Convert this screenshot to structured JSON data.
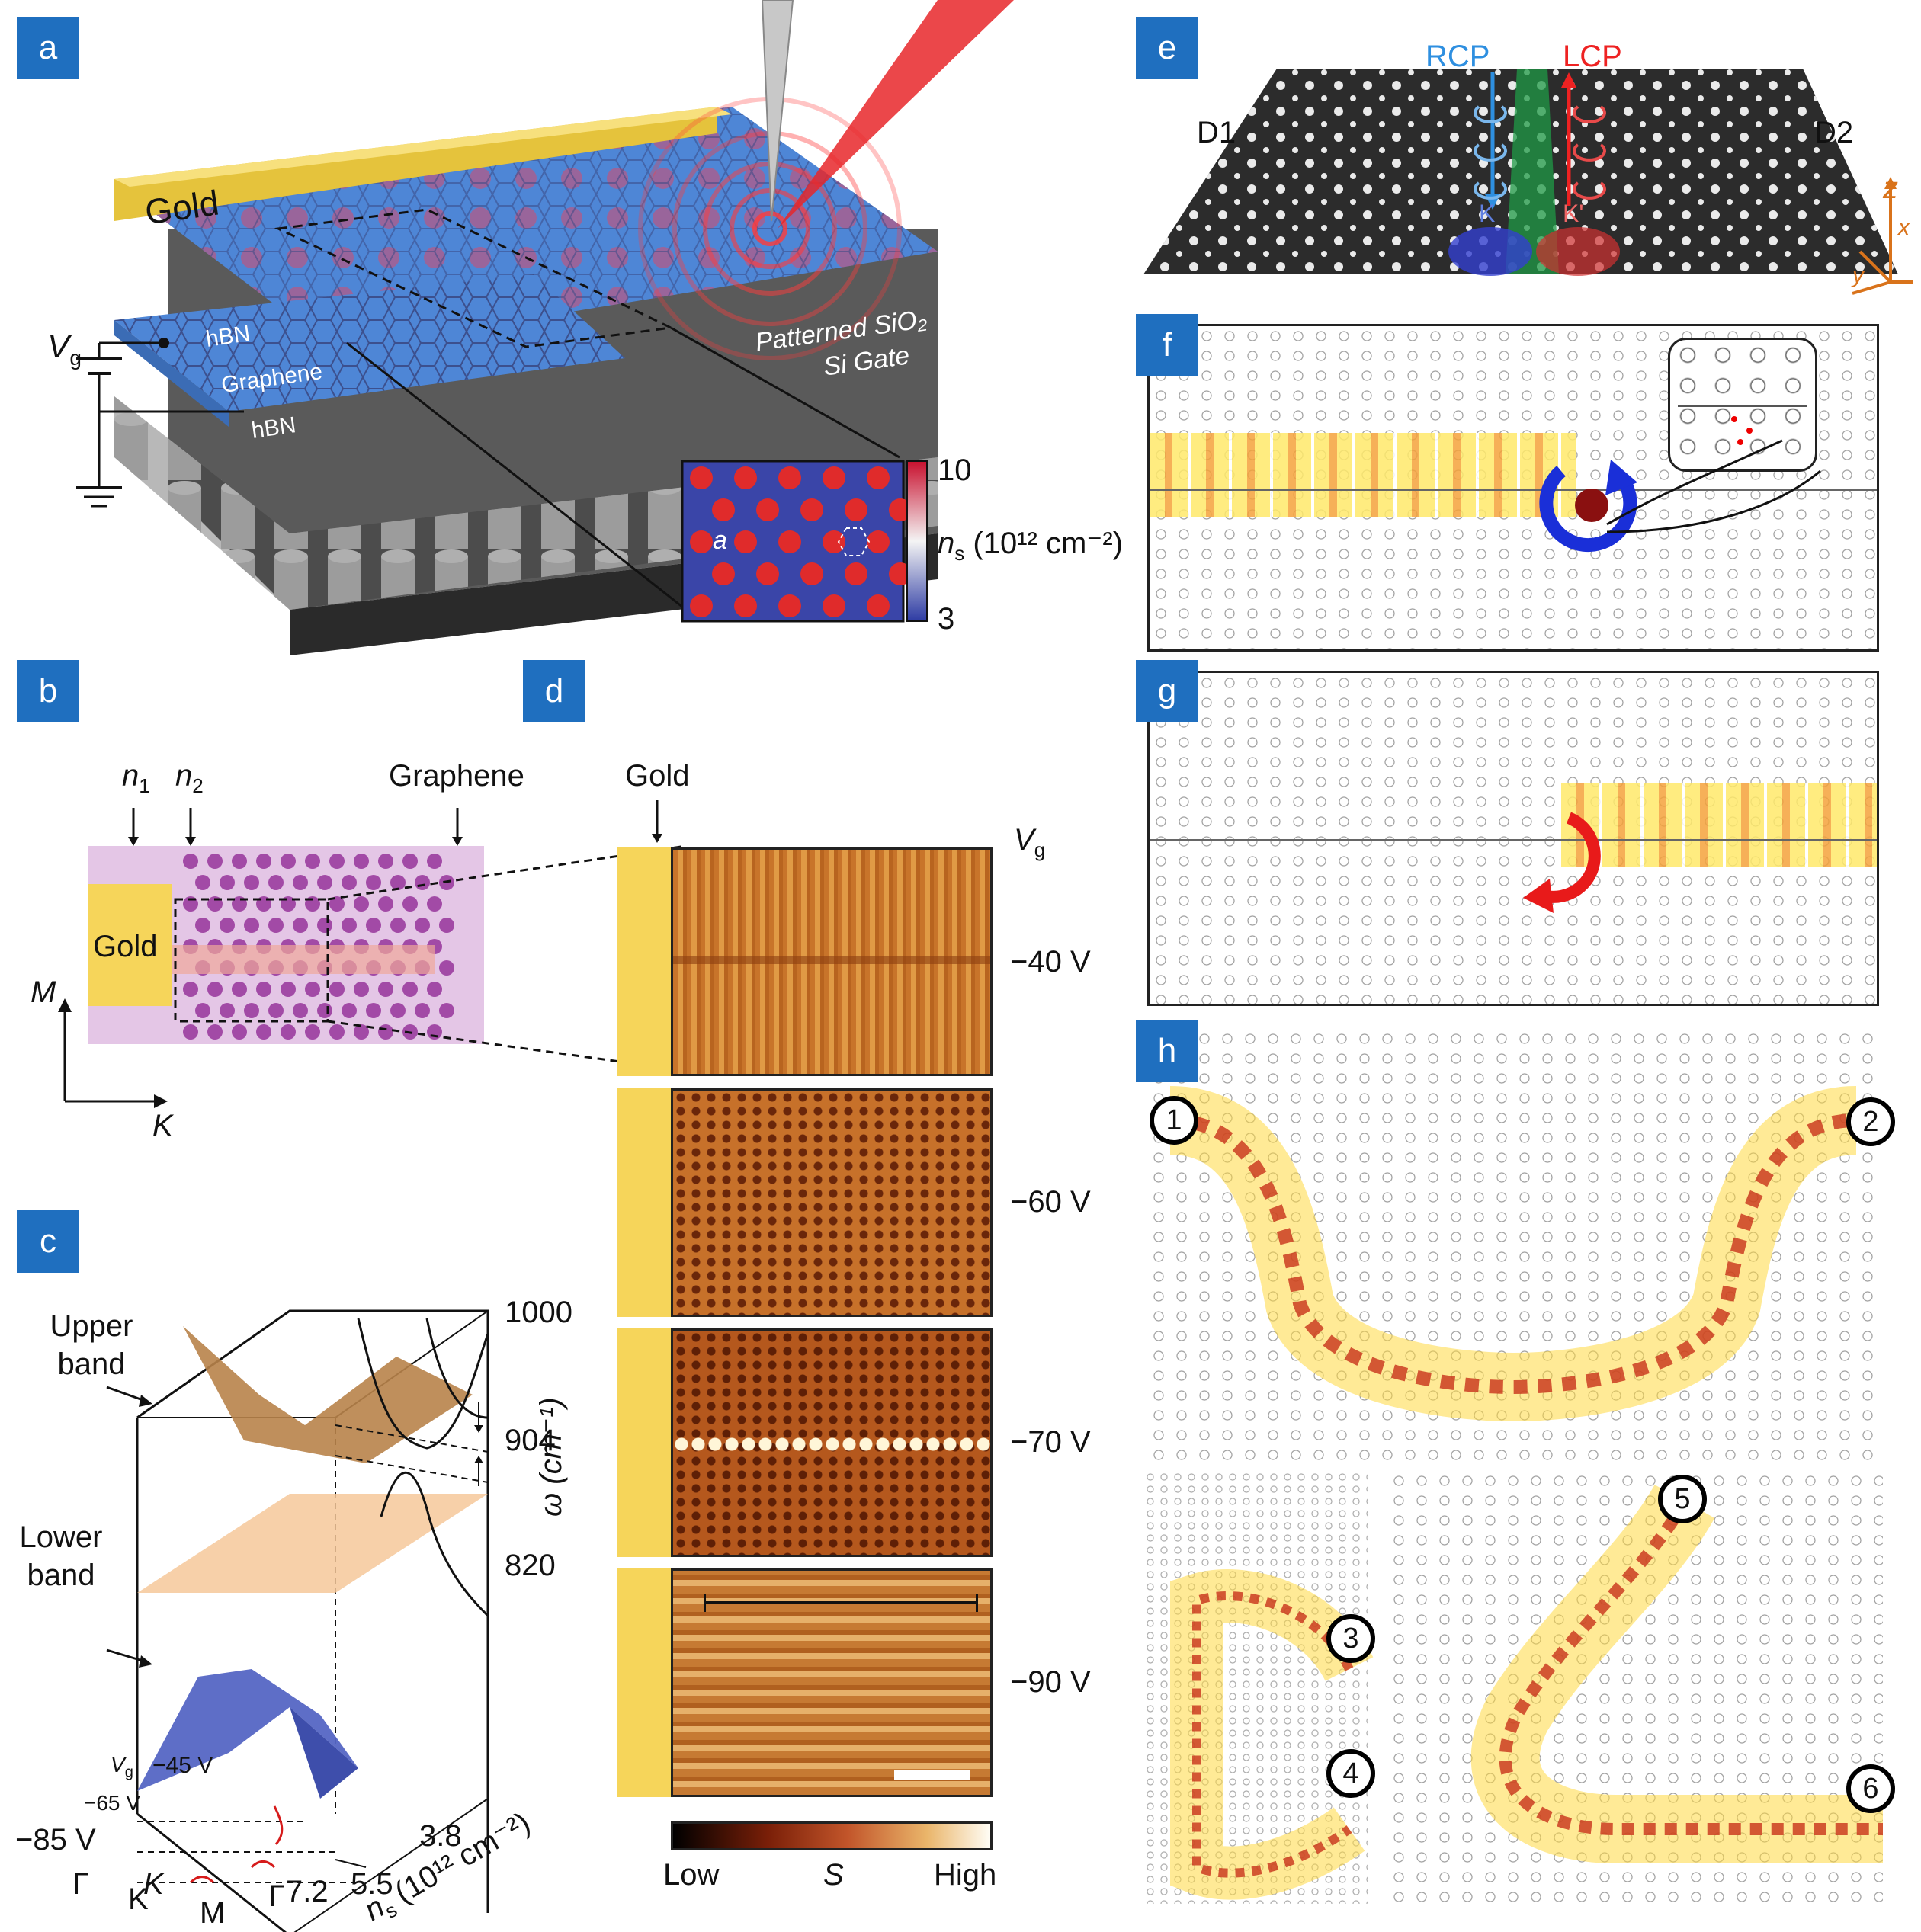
{
  "panels": {
    "a": "a",
    "b": "b",
    "c": "c",
    "d": "d",
    "e": "e",
    "f": "f",
    "g": "g",
    "h": "h"
  },
  "a": {
    "gold": "Gold",
    "hbn_top": "hBN",
    "graphene": "Graphene",
    "hbn_bottom": "hBN",
    "patterned_sio2": "Patterned SiO₂",
    "si_gate": "Si Gate",
    "vg": "V",
    "vg_sub": "g",
    "inset_a": "a",
    "colorbar_max": "10",
    "colorbar_min": "3",
    "colorbar_label": "n",
    "colorbar_label_sub": "s",
    "colorbar_unit": "(10¹² cm⁻²)"
  },
  "b": {
    "n1": "n",
    "n1_sub": "1",
    "n2": "n",
    "n2_sub": "2",
    "graphene": "Graphene",
    "gold": "Gold",
    "axis_m": "M",
    "axis_k": "K"
  },
  "c": {
    "upper_band": "Upper band",
    "lower_band": "Lower band",
    "omega_1000": "1000",
    "omega_904": "904",
    "omega_820": "820",
    "omega_label": "ω (cm⁻¹)",
    "vg": "V",
    "vg_sub": "g",
    "v45": "−45 V",
    "v65": "−65 V",
    "v85": "−85 V",
    "k_gamma1": "Γ",
    "k_k": "K",
    "k_m": "M",
    "k_gamma2": "Γ",
    "k_axis": "K",
    "ns_38": "3.8",
    "ns_55": "5.5",
    "ns_72": "7.2",
    "ns_label": "n",
    "ns_sub": "s",
    "ns_unit": "(10¹² cm⁻²)"
  },
  "d": {
    "gold": "Gold",
    "vg": "V",
    "vg_sub": "g",
    "voltages": [
      "−40 V",
      "−60 V",
      "−70 V",
      "−90 V"
    ],
    "cb_low": "Low",
    "cb_s": "S",
    "cb_high": "High"
  },
  "e": {
    "rcp": "RCP",
    "lcp": "LCP",
    "d1": "D1",
    "d2": "D2",
    "k": "K",
    "k2": "K'",
    "z": "z",
    "x": "x",
    "y": "y"
  },
  "h": {
    "ports": [
      "1",
      "2",
      "3",
      "4",
      "5",
      "6"
    ]
  }
}
